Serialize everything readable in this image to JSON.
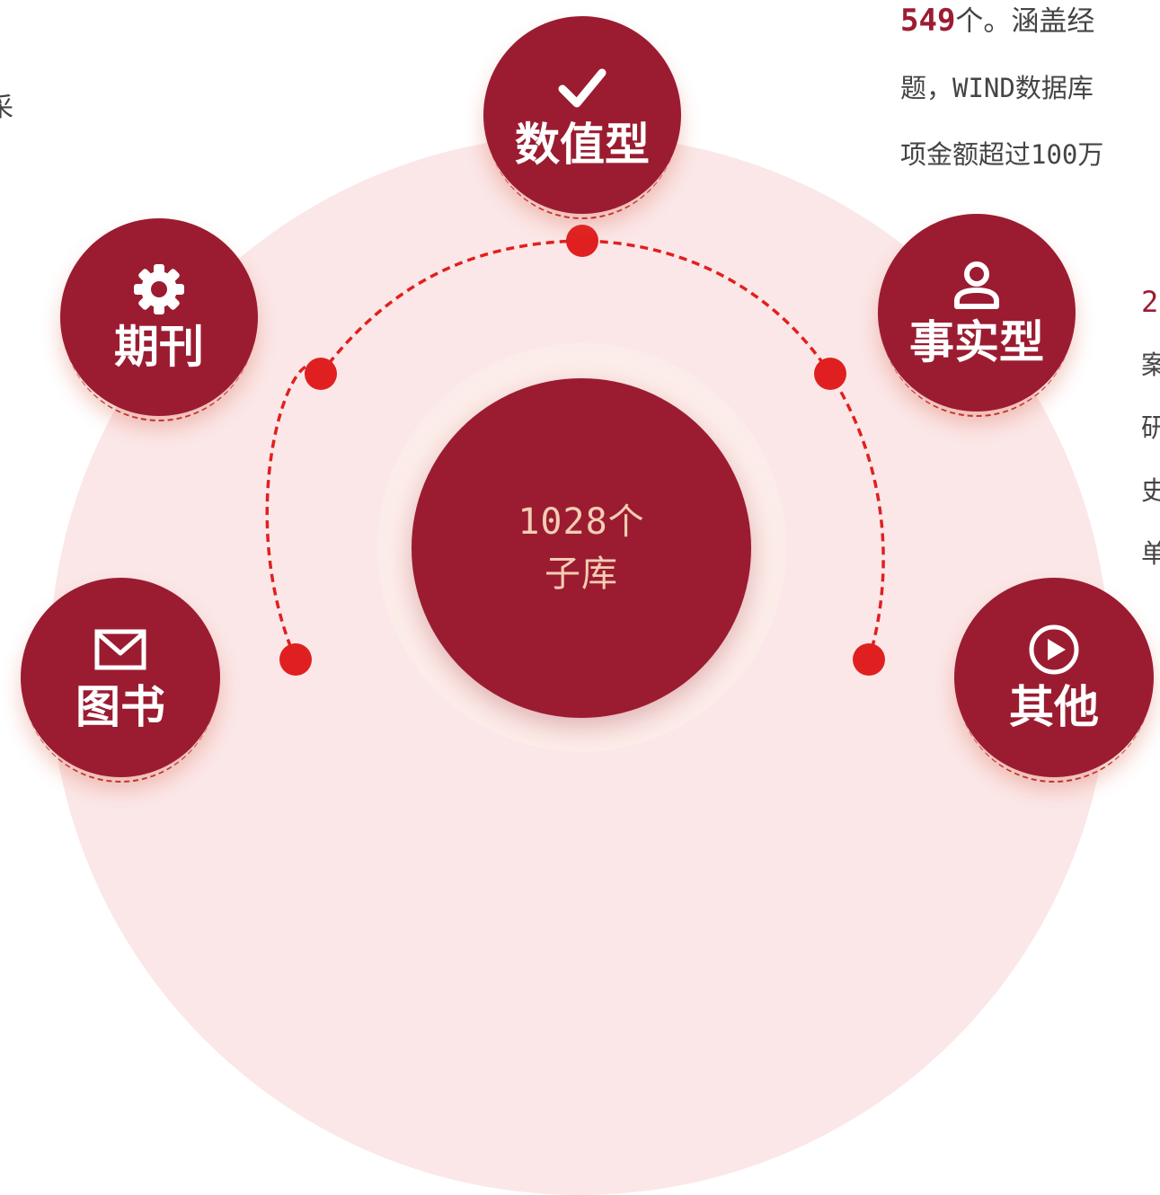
{
  "center": {
    "line1": "1028个",
    "line2": "子库"
  },
  "nodes": [
    {
      "id": "numeric",
      "label": "数值型",
      "icon": "check-icon"
    },
    {
      "id": "journal",
      "label": "期刊",
      "icon": "gear-icon"
    },
    {
      "id": "fact",
      "label": "事实型",
      "icon": "person-icon"
    },
    {
      "id": "book",
      "label": "图书",
      "icon": "envelope-icon"
    },
    {
      "id": "other",
      "label": "其他",
      "icon": "play-icon"
    }
  ],
  "top_right_text": {
    "highlight": "549",
    "line1_rest": "个。涵盖经",
    "line2": "题，WIND数据库",
    "line3": "项金额超过100万"
  },
  "right_text": {
    "highlight": "2",
    "lines": [
      "案",
      "研",
      "史",
      "单"
    ]
  },
  "left_text": {
    "fragment": "采"
  },
  "colors": {
    "primary": "#9b1c31",
    "accent": "#e02020",
    "background_disc": "#fbe7e7",
    "center_text": "#f3cdb4"
  }
}
